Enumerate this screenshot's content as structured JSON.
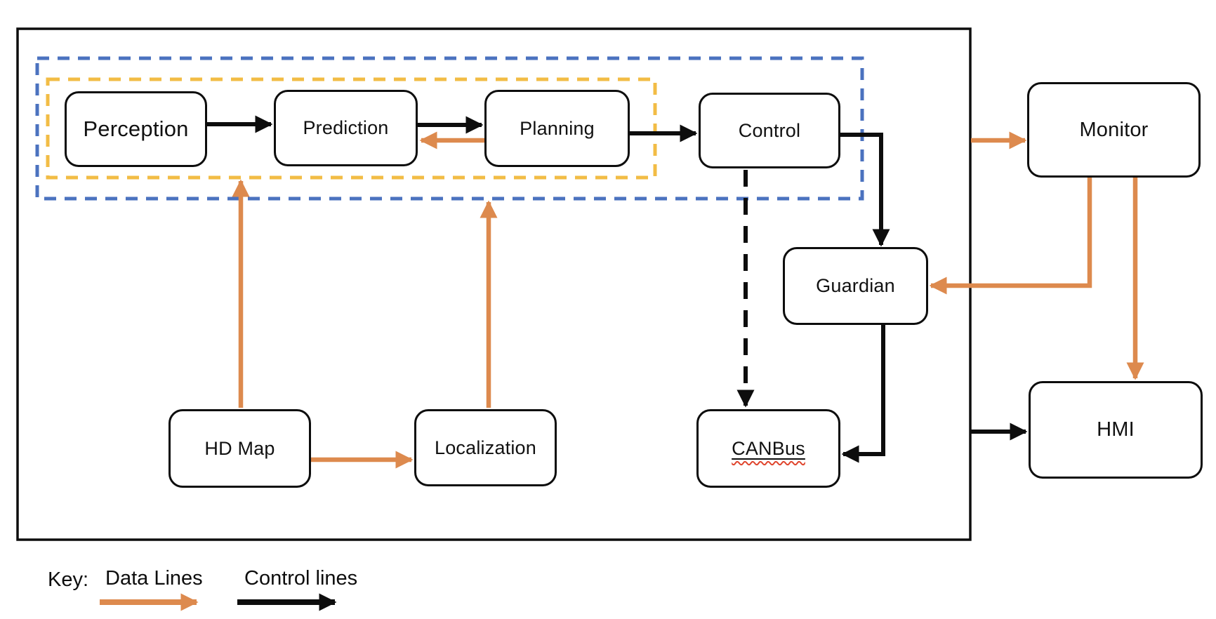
{
  "diagram": {
    "nodes": {
      "perception": {
        "label": "Perception"
      },
      "prediction": {
        "label": "Prediction"
      },
      "planning": {
        "label": "Planning"
      },
      "control": {
        "label": "Control"
      },
      "monitor": {
        "label": "Monitor"
      },
      "guardian": {
        "label": "Guardian"
      },
      "canbus": {
        "label": "CANBus"
      },
      "hd_map": {
        "label": "HD Map"
      },
      "localization": {
        "label": "Localization"
      },
      "hmi": {
        "label": "HMI"
      }
    },
    "edges": [
      {
        "from": "Perception",
        "to": "Prediction",
        "type": "control-line"
      },
      {
        "from": "Prediction",
        "to": "Planning",
        "type": "control-line"
      },
      {
        "from": "Planning",
        "to": "Control",
        "type": "control-line"
      },
      {
        "from": "Control",
        "to": "Guardian",
        "type": "control-line"
      },
      {
        "from": "Guardian",
        "to": "CANBus",
        "type": "control-line"
      },
      {
        "from": "Control",
        "to": "CANBus",
        "type": "control-line-dashed"
      },
      {
        "from": "System boundary",
        "to": "HMI",
        "type": "control-line"
      },
      {
        "from": "Planning",
        "to": "Prediction",
        "type": "data-line"
      },
      {
        "from": "HD Map",
        "to": "Perception group",
        "type": "data-line"
      },
      {
        "from": "HD Map",
        "to": "Localization",
        "type": "data-line"
      },
      {
        "from": "Localization",
        "to": "Planning group",
        "type": "data-line"
      },
      {
        "from": "System boundary",
        "to": "Monitor",
        "type": "data-line"
      },
      {
        "from": "Monitor",
        "to": "Guardian",
        "type": "data-line"
      },
      {
        "from": "Monitor",
        "to": "HMI",
        "type": "data-line"
      }
    ],
    "key": {
      "title": "Key:",
      "data_lines_label": "Data Lines",
      "control_lines_label": "Control lines"
    },
    "colors": {
      "data_line": "#DD8A4E",
      "control_line": "#0d0d0d",
      "outer_boundary": "#0d0d0d",
      "blue_dashed_boundary": "#4B72BF",
      "yellow_dashed_boundary": "#F2BC45",
      "spellcheck_wavy": "#E0462E"
    }
  }
}
